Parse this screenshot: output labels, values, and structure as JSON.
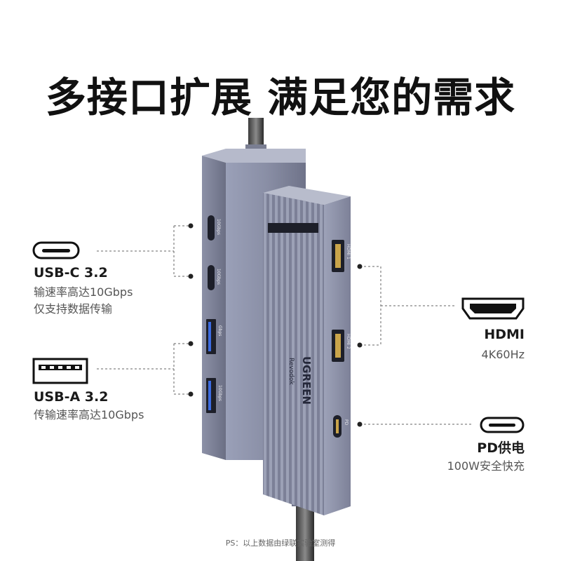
{
  "headline": "多接口扩展 满足您的需求",
  "callouts": {
    "usb_c": {
      "icon": "usb-c-port-icon",
      "title": "USB-C 3.2",
      "line1": "输速率高达10Gbps",
      "line2": "仅支持数据传输"
    },
    "usb_a": {
      "icon": "usb-a-port-icon",
      "title": "USB-A 3.2",
      "line1": "传输速率高达10Gbps"
    },
    "hdmi": {
      "icon": "hdmi-port-icon",
      "title": "HDMI",
      "line1": "4K60Hz"
    },
    "pd": {
      "icon": "usb-c-port-icon",
      "title": "PD供电",
      "line1": "100W安全快充"
    }
  },
  "device": {
    "brand": "UGREEN",
    "model": "Revodok",
    "left_port_labels": [
      "10Gbps",
      "10Gbps",
      "Gbps",
      "10Gbps"
    ],
    "right_port_labels": [
      "HDMI 1",
      "HDMI 2",
      "PD"
    ],
    "body_color": "#8f94ab"
  },
  "footnote": "PS：以上数据由绿联实验室测得"
}
